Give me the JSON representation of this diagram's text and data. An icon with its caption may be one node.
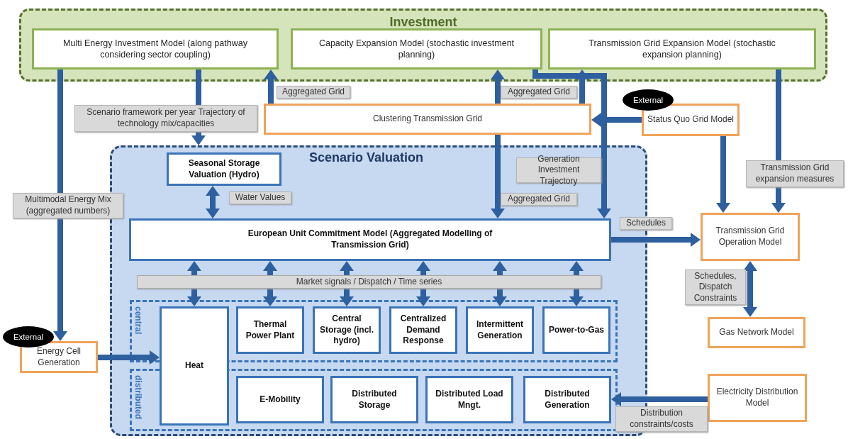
{
  "diagram": {
    "nodes": [
      {
        "text": [
          "Investment"
        ]
      },
      {
        "text": [
          "Multi Energy Investment Model (along pathway considering sector coupling)"
        ],
        "in": 0
      },
      {
        "text": [
          "Capacity Expansion Model (stochastic investment planning)"
        ],
        "in": 0
      },
      {
        "text": [
          "Transmission Grid Expansion Model (stochastic expansion planning)"
        ],
        "in": 0
      },
      {
        "text": [
          "Clustering Transmission Grid"
        ]
      },
      {
        "text": [
          "External"
        ]
      },
      {
        "text": [
          "Status Quo Grid Model"
        ]
      },
      {
        "text": [
          "Scenario Valuation"
        ]
      },
      {
        "text": [
          "Seasonal Storage Valuation (Hydro)"
        ],
        "in": 7
      },
      {
        "text": [
          "European Unit Commitment Model (Aggregated Modelling of Transmission Grid)"
        ],
        "in": 7
      },
      {
        "text": [
          "Market signals / Dispatch / Time series"
        ],
        "in": 7
      },
      {
        "text": [
          "central"
        ],
        "in": 7
      },
      {
        "text": [
          "distributed"
        ],
        "in": 7
      },
      {
        "text": [
          "Heat"
        ],
        "in": 7
      },
      {
        "text": [
          "Thermal Power Plant"
        ],
        "in": 11
      },
      {
        "text": [
          "Central Storage (incl. hydro)"
        ],
        "in": 11
      },
      {
        "text": [
          "Centralized Demand Response"
        ],
        "in": 11
      },
      {
        "text": [
          "Intermittent Generation"
        ],
        "in": 11
      },
      {
        "text": [
          "Power-to-Gas"
        ],
        "in": 11
      },
      {
        "text": [
          "E-Mobility"
        ],
        "in": 12
      },
      {
        "text": [
          "Distributed Storage"
        ],
        "in": 12
      },
      {
        "text": [
          "Distributed Load Mngt."
        ],
        "in": 12
      },
      {
        "text": [
          "Distributed Generation"
        ],
        "in": 12
      },
      {
        "text": [
          "External"
        ]
      },
      {
        "text": [
          "Energy Cell Generation"
        ]
      },
      {
        "text": [
          "Transmission Grid Operation Model"
        ]
      },
      {
        "text": [
          "Gas Network Model"
        ]
      },
      {
        "text": [
          "Electricity Distribution Model"
        ]
      }
    ],
    "edges": [
      {
        "from": 1,
        "to": 24,
        "arrow": "to",
        "label": "Multimodal Energy Mix (aggregated numbers)"
      },
      {
        "from": 1,
        "to": 7,
        "arrow": "to",
        "label": "Scenario framework per year Trajectory of technology mix/capacities"
      },
      {
        "from": 4,
        "to": 1,
        "arrow": "to",
        "label": "Aggregated Grid"
      },
      {
        "from": 4,
        "to": 2,
        "arrow": "to",
        "label": "Aggregated Grid"
      },
      {
        "from": 4,
        "to": 3,
        "arrow": "to"
      },
      {
        "from": 2,
        "to": 9,
        "arrow": "to",
        "label": "Generation Investment Trajectory"
      },
      {
        "from": 4,
        "to": 9,
        "arrow": "to",
        "label": "Aggregated Grid"
      },
      {
        "from": 6,
        "to": 4,
        "arrow": "to"
      },
      {
        "from": 6,
        "to": 25,
        "arrow": "to"
      },
      {
        "from": 3,
        "to": 25,
        "arrow": "to",
        "label": "Transmission Grid expansion measures"
      },
      {
        "from": 8,
        "to": 9,
        "arrow": "both",
        "label": "Water Values"
      },
      {
        "from": 9,
        "to": 25,
        "arrow": "to",
        "label": "Schedules"
      },
      {
        "from": 25,
        "to": 26,
        "arrow": "both",
        "label": "Schedules, Dispatch Constraints"
      },
      {
        "from": 27,
        "to": 22,
        "arrow": "to",
        "label": "Distribution constraints/costs"
      },
      {
        "from": 24,
        "to": 13,
        "arrow": "to"
      },
      {
        "from": 10,
        "to": 9,
        "arrow": "to"
      },
      {
        "from": 10,
        "to": 9,
        "arrow": "to"
      },
      {
        "from": 10,
        "to": 9,
        "arrow": "to"
      },
      {
        "from": 10,
        "to": 9,
        "arrow": "to"
      },
      {
        "from": 10,
        "to": 9,
        "arrow": "to"
      },
      {
        "from": 10,
        "to": 9,
        "arrow": "to"
      },
      {
        "from": 10,
        "to": 13,
        "arrow": "to"
      },
      {
        "from": 10,
        "to": 14,
        "arrow": "to"
      },
      {
        "from": 10,
        "to": 15,
        "arrow": "to"
      },
      {
        "from": 10,
        "to": 16,
        "arrow": "to"
      },
      {
        "from": 10,
        "to": 17,
        "arrow": "to"
      },
      {
        "from": 10,
        "to": 18,
        "arrow": "to"
      }
    ]
  }
}
